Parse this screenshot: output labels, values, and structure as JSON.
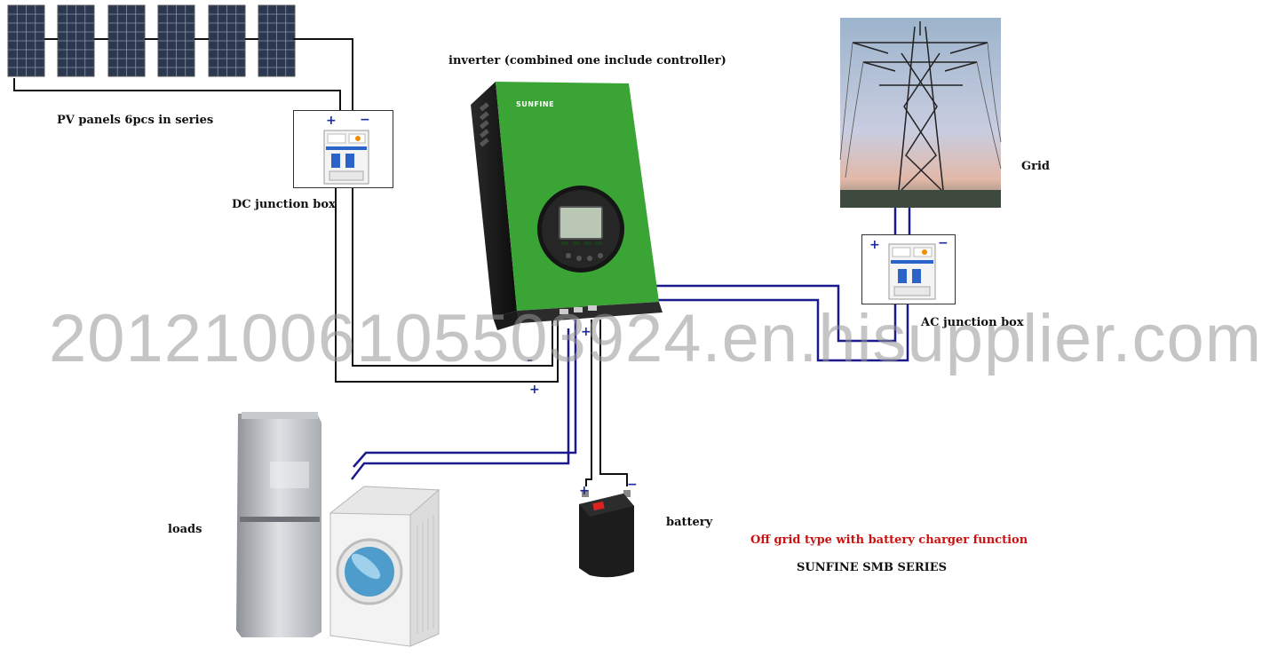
{
  "labels": {
    "pv_panels": "PV panels 6pcs in series",
    "dc_box": "DC junction box",
    "inverter": "inverter (combined one include controller)",
    "brand": "SUNFINE",
    "grid": "Grid",
    "ac_box": "AC junction box",
    "battery": "battery",
    "loads": "loads",
    "function": "Off grid type with battery charger function",
    "series": "SUNFINE SMB SERIES"
  },
  "signs": {
    "plus": "+",
    "minus": "−",
    "dash": "–"
  },
  "watermark": "20121006105503924.en.hisupplier.com",
  "colors": {
    "inverter_green": "#3aa535",
    "wire_black": "#111111",
    "wire_blue": "#1a1a8c",
    "function_red": "#cc1111"
  }
}
